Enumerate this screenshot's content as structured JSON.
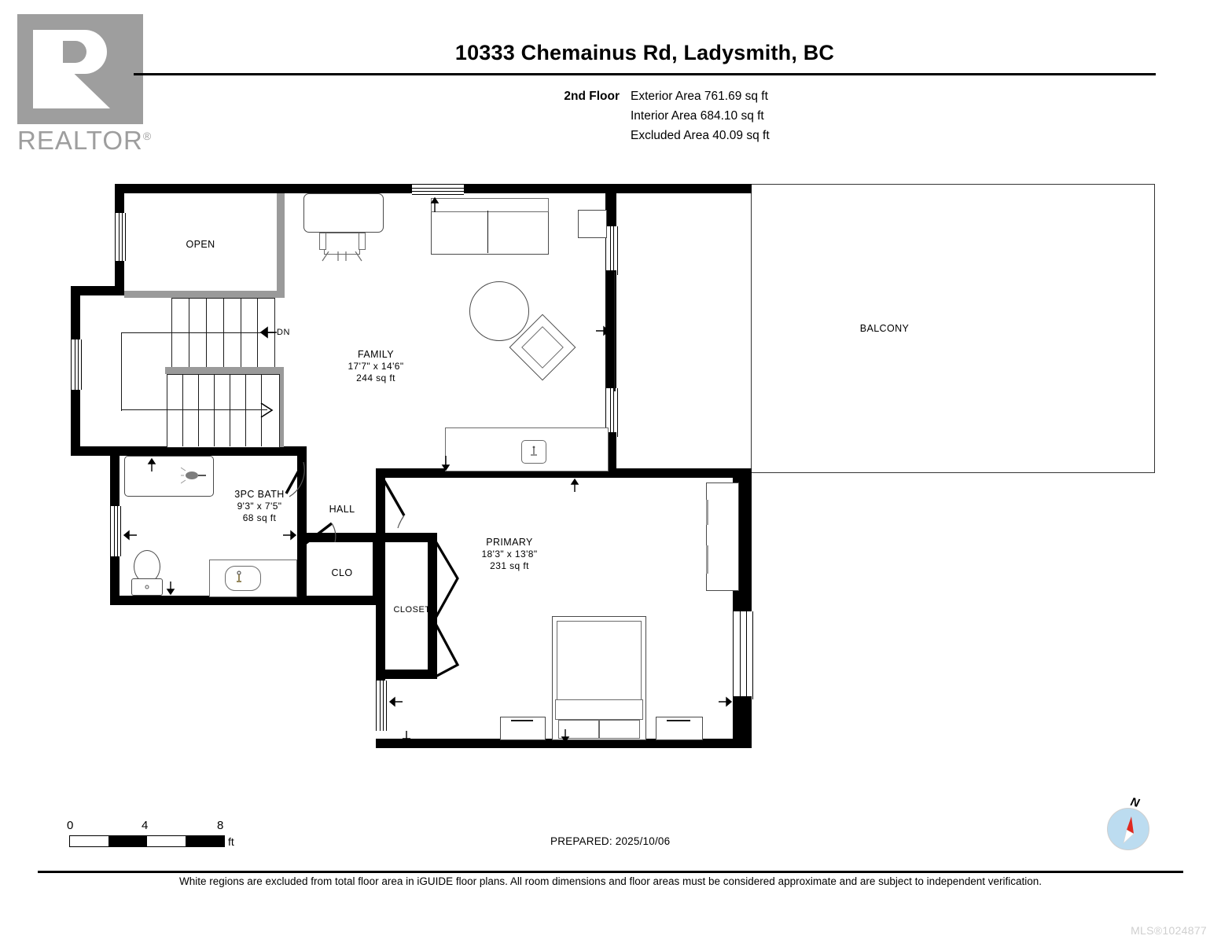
{
  "brand": {
    "logo_text": "REALTOR",
    "logo_sup": "®",
    "logo_icon": "realtor-r-logo"
  },
  "header": {
    "title": "10333 Chemainus Rd, Ladysmith, BC",
    "floor_label": "2nd Floor",
    "areas": [
      "Exterior Area 761.69 sq ft",
      "Interior Area 684.10 sq ft",
      "Excluded Area 40.09 sq ft"
    ]
  },
  "plan": {
    "rooms": [
      {
        "key": "open",
        "name": "OPEN",
        "dims": "",
        "area": ""
      },
      {
        "key": "family",
        "name": "FAMILY",
        "dims": "17'7\" x 14'6\"",
        "area": "244 sq ft"
      },
      {
        "key": "bath",
        "name": "3PC BATH",
        "dims": "9'3\" x 7'5\"",
        "area": "68 sq ft"
      },
      {
        "key": "hall",
        "name": "HALL",
        "dims": "",
        "area": ""
      },
      {
        "key": "clo",
        "name": "CLO",
        "dims": "",
        "area": ""
      },
      {
        "key": "closet",
        "name": "CLOSET",
        "dims": "",
        "area": ""
      },
      {
        "key": "primary",
        "name": "PRIMARY",
        "dims": "18'3\" x 13'8\"",
        "area": "231 sq ft"
      },
      {
        "key": "balcony",
        "name": "BALCONY",
        "dims": "",
        "area": ""
      }
    ],
    "stair_label": "DN"
  },
  "footer": {
    "scale": {
      "ticks": [
        "0",
        "4",
        "8"
      ],
      "unit": "ft"
    },
    "prepared": "PREPARED: 2025/10/06",
    "compass_label": "N",
    "disclaimer": "White regions are excluded from total floor area in iGUIDE floor plans. All room dimensions and floor areas must be considered approximate and are subject to independent verification.",
    "mls": "MLS®1024877"
  }
}
